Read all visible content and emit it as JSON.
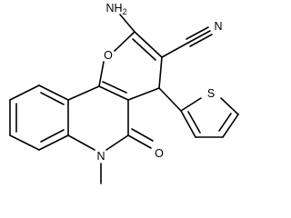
{
  "molecule": {
    "substituents": {
      "amino": "NH2",
      "nitrile_n": "N",
      "ring_oxygen": "O",
      "carbonyl_oxygen": "O",
      "amide_n": "N",
      "thiophene_s": "S"
    },
    "colors": {
      "bond": "#000000",
      "background": "#ffffff"
    }
  }
}
